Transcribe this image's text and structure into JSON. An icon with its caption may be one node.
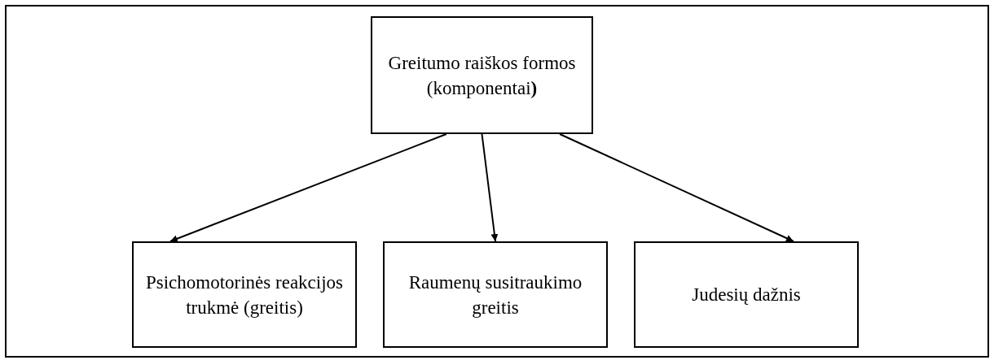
{
  "diagram": {
    "nodes": [
      {
        "text": [
          "Greitumo raiškos formos (komponentai**)**"
        ]
      },
      {
        "text": [
          "Psichomotorinės reakcijos trukmė (greitis)"
        ]
      },
      {
        "text": [
          "Raumenų susitraukimo greitis"
        ]
      },
      {
        "text": [
          "Judesių dažnis"
        ]
      }
    ],
    "edges": [
      {
        "from": 0,
        "to": 1,
        "arrow": "to"
      },
      {
        "from": 0,
        "to": 2,
        "arrow": "to"
      },
      {
        "from": 0,
        "to": 3,
        "arrow": "to"
      }
    ]
  }
}
